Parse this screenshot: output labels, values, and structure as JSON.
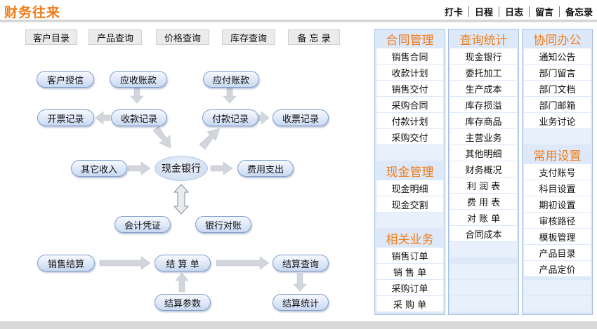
{
  "header": {
    "title": "财务往来",
    "links": [
      "打卡",
      "日程",
      "日志",
      "留言",
      "备忘录"
    ]
  },
  "tabs": [
    "客户目录",
    "产品查询",
    "价格查询",
    "库存查询",
    "备 忘 录"
  ],
  "flow": {
    "kehu_shouxin": "客户授信",
    "yingshou": "应收账款",
    "yingfu": "应付账款",
    "kaipiao": "开票记录",
    "shoukuan": "收款记录",
    "fukuan": "付款记录",
    "shoupiao": "收票记录",
    "qita_shouru": "其它收入",
    "xianjin_yinhang": "现金银行",
    "feiyong": "费用支出",
    "kuaiji": "会计凭证",
    "yinhang_duizhang": "银行对账",
    "xiaoshou_jiesuan": "销售结算",
    "jiesuandan": "结 算 单",
    "jiesuan_chaxun": "结算查询",
    "jiesuan_canshu": "结算参数",
    "jiesuan_tongji": "结算统计"
  },
  "panel": {
    "col1": {
      "h1": "合同管理",
      "items1": [
        "销售合同",
        "收款计划",
        "销售交付",
        "采购合同",
        "付款计划",
        "采购交付"
      ],
      "h2": "现金管理",
      "items2": [
        "现金明细",
        "现金交割"
      ],
      "h3": "相关业务",
      "items3": [
        "销售订单",
        "销 售 单",
        "采购订单",
        "采 购 单"
      ]
    },
    "col2": {
      "h1": "查询统计",
      "items": [
        "现金银行",
        "委托加工",
        "生产成本",
        "库存损溢",
        "库存商品",
        "主营业务",
        "其他明细",
        "财务概况",
        "利 润 表",
        "费 用 表",
        "对 账 单",
        "合同成本"
      ]
    },
    "col3": {
      "h1": "协同办公",
      "items1": [
        "通知公告",
        "部门留言",
        "部门文档",
        "部门邮箱",
        "业务讨论"
      ],
      "h2": "常用设置",
      "items2": [
        "支付账号",
        "科目设置",
        "期初设置",
        "审核路径",
        "模板管理",
        "产品目录",
        "产品定价"
      ]
    }
  }
}
